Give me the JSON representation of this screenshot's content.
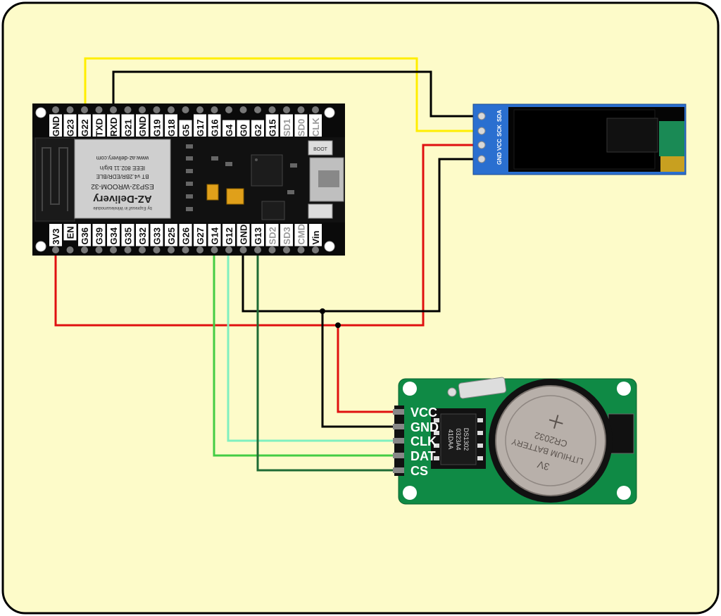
{
  "esp32": {
    "top_pins": [
      "GND",
      "G23",
      "G22",
      "TXD",
      "RXD",
      "G21",
      "GND",
      "G19",
      "G18",
      "G5",
      "G17",
      "G16",
      "G4",
      "G0",
      "G2",
      "G15",
      "SD1",
      "SD0",
      "CLK"
    ],
    "bottom_pins": [
      "3V3",
      "EN",
      "G36",
      "G39",
      "G34",
      "G35",
      "G32",
      "G33",
      "G25",
      "G26",
      "G27",
      "G14",
      "G12",
      "GND",
      "G13",
      "SD2",
      "SD3",
      "CMD",
      "Vin"
    ],
    "greyed_pins": [
      "SD1",
      "SD0",
      "CLK",
      "SD2",
      "SD3",
      "CMD"
    ],
    "module_brand": "AZ-Delivery",
    "module_url": "www.az-delivery.com",
    "module_model": "ESP32-WROOM-32",
    "module_ieee": "IEEE 802.11 b/g/n",
    "module_bt": "BT v4.2BR/EDR/BLE",
    "module_small": "by Espressif in Wirelessmodule",
    "boot_label": "BOOT"
  },
  "oled": {
    "pins": [
      "GND",
      "VCC",
      "SCK",
      "SDA"
    ]
  },
  "rtc": {
    "pins": [
      "VCC",
      "GND",
      "CLK",
      "DAT",
      "CS"
    ],
    "chip_lines": [
      "DS1302",
      "0323A4",
      "41DAA"
    ],
    "battery_lines": [
      "3V",
      "LITHIUM BATTERY",
      "CR2032"
    ]
  },
  "colors": {
    "background": "#fdfbc9",
    "wire_yellow": "#ffee00",
    "wire_black": "#000000",
    "wire_red": "#e01010",
    "wire_light_green": "#7ff0c0",
    "wire_green": "#44cc44",
    "wire_dark_green": "#1f6b35",
    "pcb_green": "#0f8a45",
    "oled_blue": "#2a6fd0"
  }
}
